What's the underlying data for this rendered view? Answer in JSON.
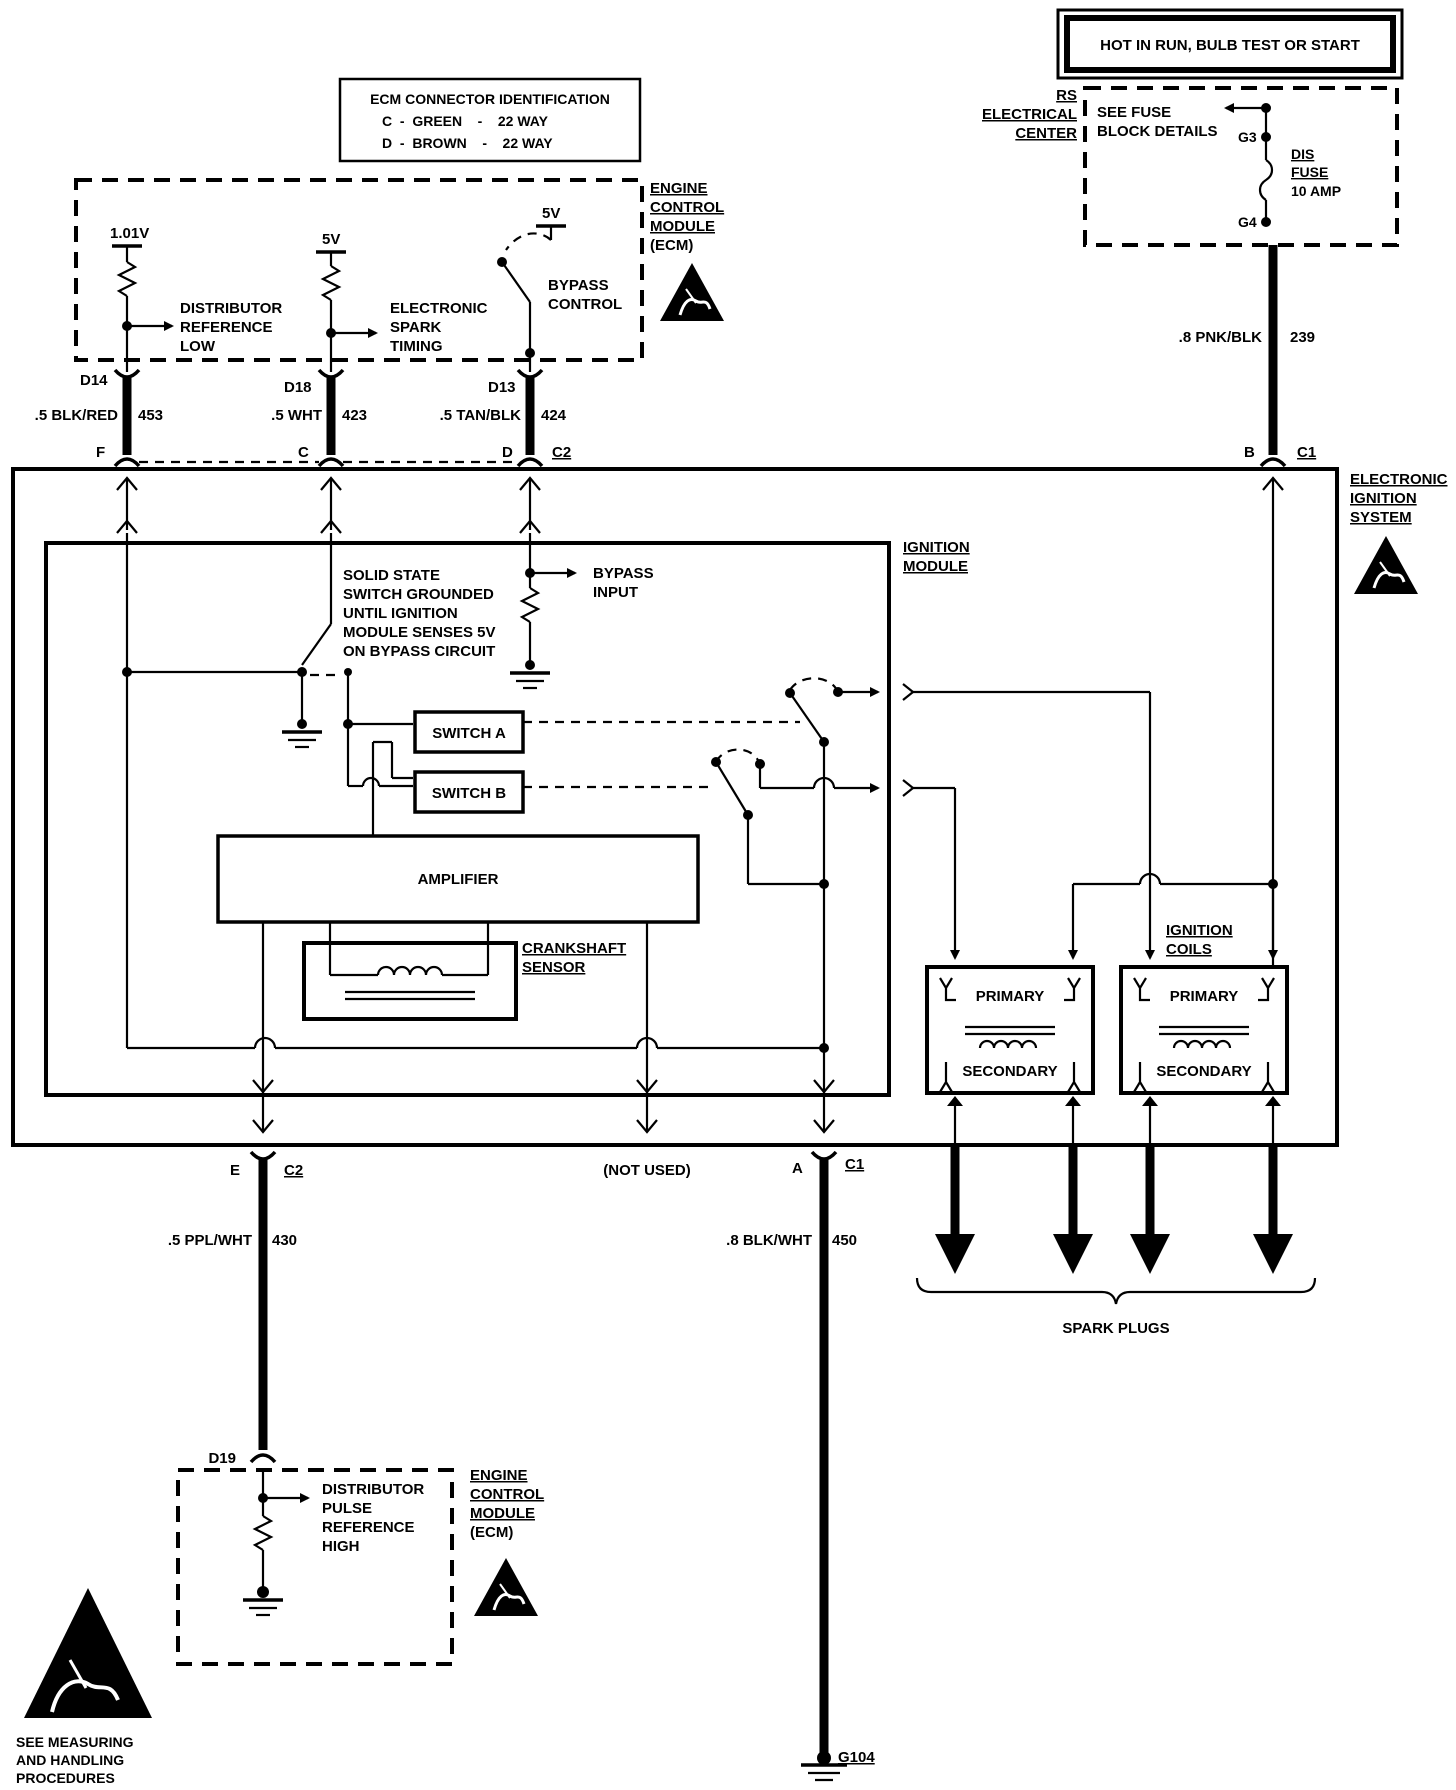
{
  "power": {
    "title": "HOT IN RUN, BULB TEST OR START",
    "center_code": "RS",
    "center_line1": "ELECTRICAL",
    "center_line2": "CENTER",
    "see_fuse1": "SEE FUSE",
    "see_fuse2": "BLOCK DETAILS",
    "g3": "G3",
    "g4": "G4",
    "fuse1": "DIS",
    "fuse2": "FUSE",
    "fuse3": "10 AMP"
  },
  "ecm_id": {
    "title": "ECM CONNECTOR IDENTIFICATION",
    "row1": "C  -  GREEN    -    22 WAY",
    "row2": "D  -  BROWN    -    22 WAY"
  },
  "ecm_top": {
    "label1": "ENGINE",
    "label2": "CONTROL",
    "label3": "MODULE",
    "label4": "(ECM)",
    "v1": "1.01V",
    "v2": "5V",
    "v3": "5V",
    "drl1": "DISTRIBUTOR",
    "drl2": "REFERENCE",
    "drl3": "LOW",
    "est1": "ELECTRONIC",
    "est2": "SPARK",
    "est3": "TIMING",
    "byp1": "BYPASS",
    "byp2": "CONTROL"
  },
  "wires": {
    "d14": "D14",
    "d18": "D18",
    "d13": "D13",
    "w453_color": ".5 BLK/RED",
    "w453_num": "453",
    "w423_color": ".5 WHT",
    "w423_num": "423",
    "w424_color": ".5 TAN/BLK",
    "w424_num": "424",
    "w239_color": ".8 PNK/BLK",
    "w239_num": "239",
    "pin_f": "F",
    "pin_c": "C",
    "pin_d": "D",
    "c2_top": "C2",
    "pin_b": "B",
    "c1_top": "C1",
    "pin_e": "E",
    "c2_bottom": "C2",
    "not_used": "(NOT USED)",
    "pin_a": "A",
    "c1_bottom": "C1",
    "w430_color": ".5 PPL/WHT",
    "w430_num": "430",
    "w450_color": ".8 BLK/WHT",
    "w450_num": "450",
    "d19": "D19",
    "g104": "G104"
  },
  "eis": {
    "label1": "ELECTRONIC",
    "label2": "IGNITION",
    "label3": "SYSTEM",
    "module1": "IGNITION",
    "module2": "MODULE",
    "ss1": "SOLID STATE",
    "ss2": "SWITCH GROUNDED",
    "ss3": "UNTIL IGNITION",
    "ss4": "MODULE SENSES 5V",
    "ss5": "ON BYPASS CIRCUIT",
    "bi1": "BYPASS",
    "bi2": "INPUT",
    "switch_a": "SWITCH A",
    "switch_b": "SWITCH B",
    "amplifier": "AMPLIFIER",
    "crank1": "CRANKSHAFT",
    "crank2": "SENSOR",
    "coils1": "IGNITION",
    "coils2": "COILS",
    "primary": "PRIMARY",
    "secondary": "SECONDARY",
    "spark_plugs": "SPARK PLUGS"
  },
  "ecm_bottom": {
    "label1": "ENGINE",
    "label2": "CONTROL",
    "label3": "MODULE",
    "label4": "(ECM)",
    "dp1": "DISTRIBUTOR",
    "dp2": "PULSE",
    "dp3": "REFERENCE",
    "dp4": "HIGH"
  },
  "esd": {
    "line1": "SEE MEASURING",
    "line2": "AND HANDLING",
    "line3": "PROCEDURES"
  }
}
